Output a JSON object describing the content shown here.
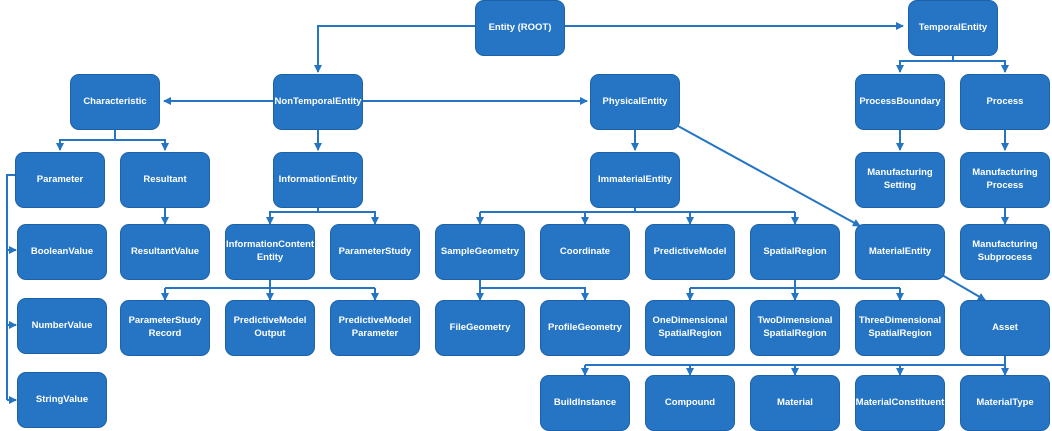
{
  "colors": {
    "node_fill": "#2575c4",
    "node_border": "#1d62a8",
    "edge": "#2575c4",
    "text": "#ffffff",
    "background": "#ffffff"
  },
  "nodes": {
    "entity_root": "Entity (ROOT)",
    "temporal_entity": "TemporalEntity",
    "characteristic": "Characteristic",
    "non_temporal_entity": "NonTemporalEntity",
    "physical_entity": "PhysicalEntity",
    "process_boundary": "ProcessBoundary",
    "process": "Process",
    "parameter": "Parameter",
    "resultant": "Resultant",
    "information_entity": "InformationEntity",
    "immaterial_entity": "ImmaterialEntity",
    "manufacturing_setting": "Manufacturing\nSetting",
    "manufacturing_process": "Manufacturing\nProcess",
    "boolean_value": "BooleanValue",
    "resultant_value": "ResultantValue",
    "information_content_entity": "InformationContent\nEntity",
    "parameter_study": "ParameterStudy",
    "sample_geometry": "SampleGeometry",
    "coordinate": "Coordinate",
    "predictive_model": "PredictiveModel",
    "spatial_region": "SpatialRegion",
    "material_entity": "MaterialEntity",
    "manufacturing_subprocess": "Manufacturing\nSubprocess",
    "number_value": "NumberValue",
    "parameter_study_record": "ParameterStudy\nRecord",
    "predictive_model_output": "PredictiveModel\nOutput",
    "predictive_model_parameter": "PredictiveModel\nParameter",
    "file_geometry": "FileGeometry",
    "profile_geometry": "ProfileGeometry",
    "one_dimensional_spatial_region": "OneDimensional\nSpatialRegion",
    "two_dimensional_spatial_region": "TwoDimensional\nSpatialRegion",
    "three_dimensional_spatial_region": "ThreeDimensional\nSpatialRegion",
    "asset": "Asset",
    "string_value": "StringValue",
    "build_instance": "BuildInstance",
    "compound": "Compound",
    "material": "Material",
    "material_constituent": "MaterialConstituent",
    "material_type": "MaterialType"
  }
}
